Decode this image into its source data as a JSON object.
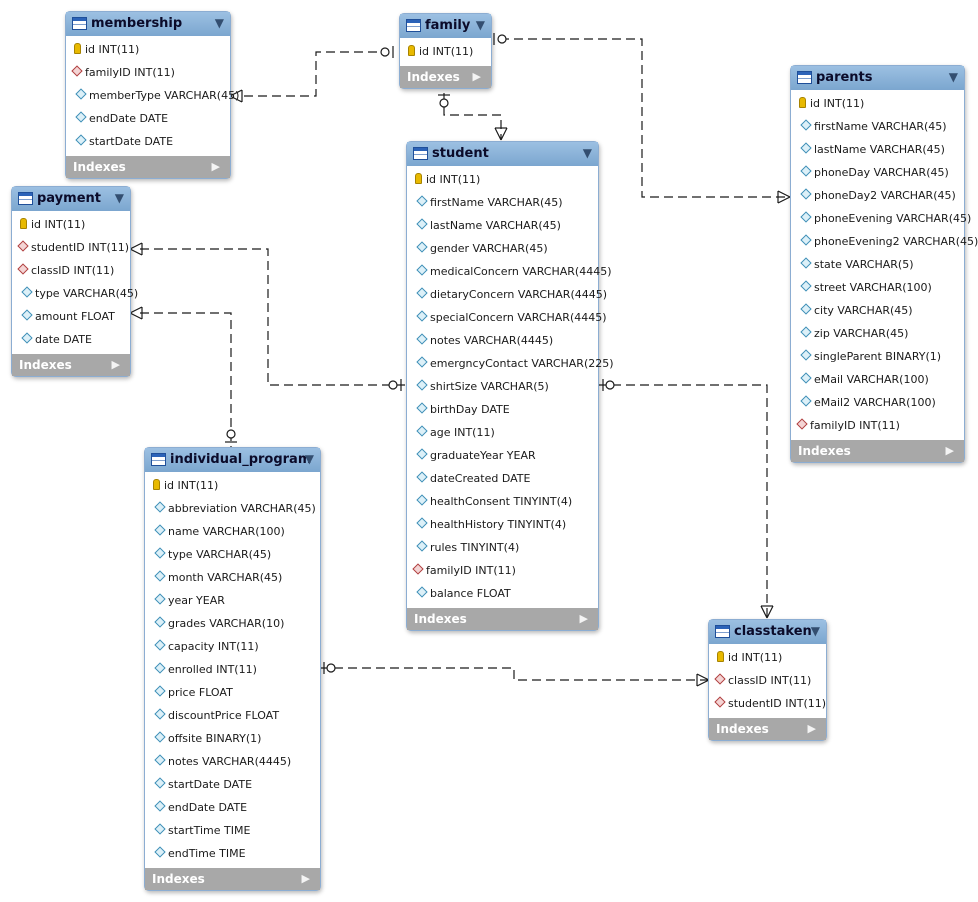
{
  "tables": [
    {
      "key": "membership",
      "name": "membership",
      "columns": [
        {
          "kind": "pk",
          "text": "id INT(11)"
        },
        {
          "kind": "fk",
          "text": "familyID INT(11)"
        },
        {
          "kind": "col",
          "text": "memberType VARCHAR(45)"
        },
        {
          "kind": "col",
          "text": "endDate DATE"
        },
        {
          "kind": "col",
          "text": "startDate DATE"
        }
      ],
      "indexes_label": "Indexes"
    },
    {
      "key": "family",
      "name": "family",
      "columns": [
        {
          "kind": "pk",
          "text": "id INT(11)"
        }
      ],
      "indexes_label": "Indexes"
    },
    {
      "key": "parents",
      "name": "parents",
      "columns": [
        {
          "kind": "pk",
          "text": "id INT(11)"
        },
        {
          "kind": "col",
          "text": "firstName VARCHAR(45)"
        },
        {
          "kind": "col",
          "text": "lastName VARCHAR(45)"
        },
        {
          "kind": "col",
          "text": "phoneDay VARCHAR(45)"
        },
        {
          "kind": "col",
          "text": "phoneDay2 VARCHAR(45)"
        },
        {
          "kind": "col",
          "text": "phoneEvening VARCHAR(45)"
        },
        {
          "kind": "col",
          "text": "phoneEvening2 VARCHAR(45)"
        },
        {
          "kind": "col",
          "text": "state VARCHAR(5)"
        },
        {
          "kind": "col",
          "text": "street VARCHAR(100)"
        },
        {
          "kind": "col",
          "text": "city VARCHAR(45)"
        },
        {
          "kind": "col",
          "text": "zip VARCHAR(45)"
        },
        {
          "kind": "col",
          "text": "singleParent BINARY(1)"
        },
        {
          "kind": "col",
          "text": "eMail VARCHAR(100)"
        },
        {
          "kind": "col",
          "text": "eMail2 VARCHAR(100)"
        },
        {
          "kind": "fk",
          "text": "familyID INT(11)"
        }
      ],
      "indexes_label": "Indexes"
    },
    {
      "key": "student",
      "name": "student",
      "columns": [
        {
          "kind": "pk",
          "text": "id INT(11)"
        },
        {
          "kind": "col",
          "text": "firstName VARCHAR(45)"
        },
        {
          "kind": "col",
          "text": "lastName VARCHAR(45)"
        },
        {
          "kind": "col",
          "text": "gender VARCHAR(45)"
        },
        {
          "kind": "col",
          "text": "medicalConcern VARCHAR(4445)"
        },
        {
          "kind": "col",
          "text": "dietaryConcern VARCHAR(4445)"
        },
        {
          "kind": "col",
          "text": "specialConcern VARCHAR(4445)"
        },
        {
          "kind": "col",
          "text": "notes VARCHAR(4445)"
        },
        {
          "kind": "col",
          "text": "emergncyContact VARCHAR(225)"
        },
        {
          "kind": "col",
          "text": "shirtSize VARCHAR(5)"
        },
        {
          "kind": "col",
          "text": "birthDay DATE"
        },
        {
          "kind": "col",
          "text": "age INT(11)"
        },
        {
          "kind": "col",
          "text": "graduateYear YEAR"
        },
        {
          "kind": "col",
          "text": "dateCreated DATE"
        },
        {
          "kind": "col",
          "text": "healthConsent TINYINT(4)"
        },
        {
          "kind": "col",
          "text": "healthHistory TINYINT(4)"
        },
        {
          "kind": "col",
          "text": "rules TINYINT(4)"
        },
        {
          "kind": "fk",
          "text": "familyID INT(11)"
        },
        {
          "kind": "col",
          "text": "balance FLOAT"
        }
      ],
      "indexes_label": "Indexes"
    },
    {
      "key": "payment",
      "name": "payment",
      "columns": [
        {
          "kind": "pk",
          "text": "id INT(11)"
        },
        {
          "kind": "fk",
          "text": "studentID INT(11)"
        },
        {
          "kind": "fk",
          "text": "classID INT(11)"
        },
        {
          "kind": "col",
          "text": "type VARCHAR(45)"
        },
        {
          "kind": "col",
          "text": "amount FLOAT"
        },
        {
          "kind": "col",
          "text": "date DATE"
        }
      ],
      "indexes_label": "Indexes"
    },
    {
      "key": "individual_program",
      "name": "individual_program",
      "columns": [
        {
          "kind": "pk",
          "text": "id INT(11)"
        },
        {
          "kind": "col",
          "text": "abbreviation VARCHAR(45)"
        },
        {
          "kind": "col",
          "text": "name VARCHAR(100)"
        },
        {
          "kind": "col",
          "text": "type VARCHAR(45)"
        },
        {
          "kind": "col",
          "text": "month VARCHAR(45)"
        },
        {
          "kind": "col",
          "text": "year YEAR"
        },
        {
          "kind": "col",
          "text": "grades VARCHAR(10)"
        },
        {
          "kind": "col",
          "text": "capacity INT(11)"
        },
        {
          "kind": "col",
          "text": "enrolled INT(11)"
        },
        {
          "kind": "col",
          "text": "price FLOAT"
        },
        {
          "kind": "col",
          "text": "discountPrice FLOAT"
        },
        {
          "kind": "col",
          "text": "offsite BINARY(1)"
        },
        {
          "kind": "col",
          "text": "notes VARCHAR(4445)"
        },
        {
          "kind": "col",
          "text": "startDate DATE"
        },
        {
          "kind": "col",
          "text": "endDate DATE"
        },
        {
          "kind": "col",
          "text": "startTime TIME"
        },
        {
          "kind": "col",
          "text": "endTime TIME"
        }
      ],
      "indexes_label": "Indexes"
    },
    {
      "key": "classtaken",
      "name": "classtaken",
      "columns": [
        {
          "kind": "pk",
          "text": "id INT(11)"
        },
        {
          "kind": "fk",
          "text": "classID INT(11)"
        },
        {
          "kind": "fk",
          "text": "studentID INT(11)"
        }
      ],
      "indexes_label": "Indexes"
    }
  ],
  "relationships": [
    {
      "from": "family",
      "to": "membership",
      "cardinality": "one-to-many"
    },
    {
      "from": "family",
      "to": "student",
      "cardinality": "one-to-many"
    },
    {
      "from": "family",
      "to": "parents",
      "cardinality": "one-to-many"
    },
    {
      "from": "student",
      "to": "payment",
      "cardinality": "one-to-many"
    },
    {
      "from": "individual_program",
      "to": "payment",
      "cardinality": "one-to-many"
    },
    {
      "from": "student",
      "to": "classtaken",
      "cardinality": "one-to-many"
    },
    {
      "from": "individual_program",
      "to": "classtaken",
      "cardinality": "one-to-many"
    }
  ],
  "colors": {
    "header": "#8fb4d8",
    "indexes_bar": "#a8a8a8",
    "border": "#8cadd2",
    "line": "#1a1a1a"
  }
}
